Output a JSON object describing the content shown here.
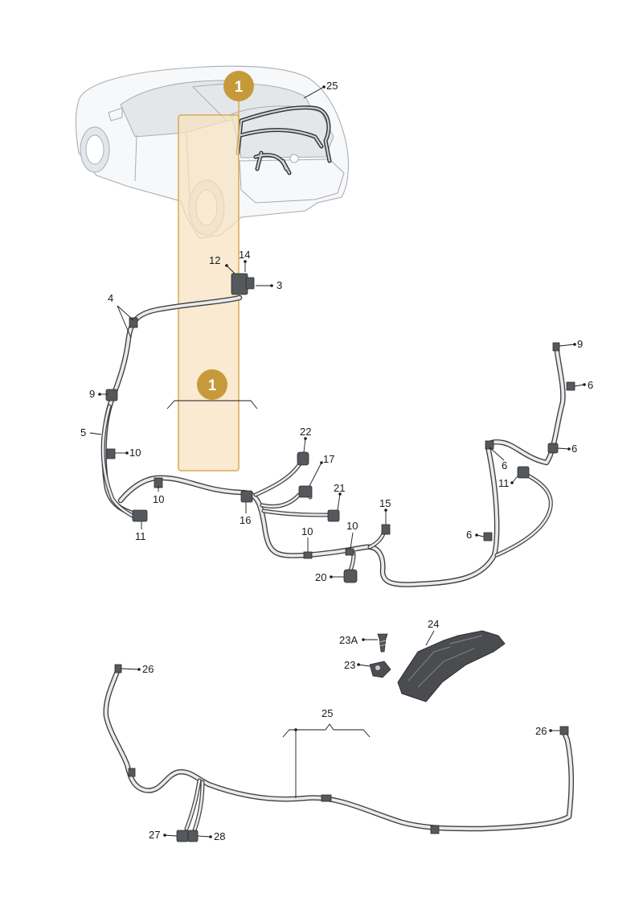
{
  "colors": {
    "highlight_fill": "#f6e2bf",
    "highlight_stroke": "#d9a955",
    "badge": "#c69a3a",
    "cable": "#3d3f42"
  },
  "badges": {
    "top": "1",
    "middle": "1"
  },
  "labels": {
    "l25_top": "25",
    "l12": "12",
    "l14": "14",
    "l3": "3",
    "l4": "4",
    "l9_left": "9",
    "l5": "5",
    "l10_a": "10",
    "l10_b": "10",
    "l11_left": "11",
    "l16": "16",
    "l22": "22",
    "l17": "17",
    "l21": "21",
    "l15": "15",
    "l10_c": "10",
    "l10_d": "10",
    "l20": "20",
    "l9_right": "9",
    "l6_a": "6",
    "l6_b": "6",
    "l6_c": "6",
    "l11_right": "11",
    "l6_d": "6",
    "l24": "24",
    "l23a": "23A",
    "l23": "23",
    "l26_left": "26",
    "l25_bottom": "25",
    "l26_right": "26",
    "l27": "27",
    "l28": "28"
  }
}
